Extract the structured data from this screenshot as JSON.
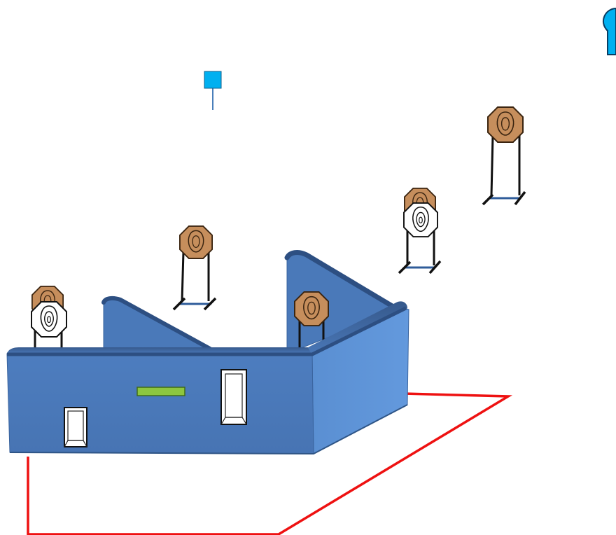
{
  "diagram": {
    "kind": "shooting-stage-layout",
    "colors": {
      "background": "#ffffff",
      "fault_line": "#ee1111",
      "wall_front": "#4f7fc0",
      "wall_side": "#5b92d6",
      "wall_top": "#3f6aa5",
      "wall_inner": "#4a79b9",
      "steel_plate": "#c68e5c",
      "steel_plate_stroke": "#4a2d14",
      "paper_target": "#ffffff",
      "target_stand": "#111111",
      "start_marker": "#00b0f0",
      "ammo_box": "#8dc63f",
      "shooter_icon": "#00b0f0"
    },
    "elements": {
      "fault_line": "shooting-area-boundary",
      "barricade": "barricade-wall",
      "start_marker": "start-position-flag",
      "shooter_icon": "shooter-icon",
      "ammo_table": "ammo-box",
      "windows": [
        "window-port-left",
        "window-port-right"
      ],
      "steel_targets": [
        "steel-target-1",
        "steel-target-2",
        "steel-target-3",
        "steel-target-4",
        "steel-target-5",
        "steel-target-6"
      ],
      "paper_targets": [
        "paper-target-1",
        "paper-target-2"
      ]
    }
  }
}
